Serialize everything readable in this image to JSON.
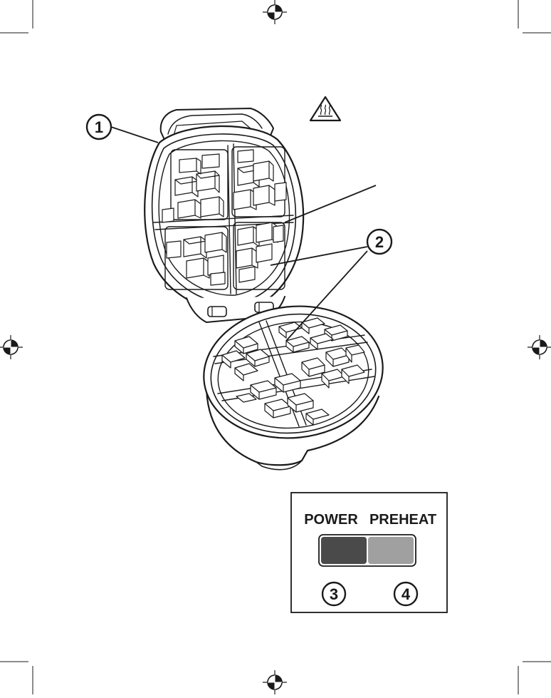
{
  "callouts": {
    "one": "1",
    "two": "2",
    "three": "3",
    "four": "4"
  },
  "panel": {
    "power_label": "POWER",
    "preheat_label": "PREHEAT"
  },
  "icons": {
    "hot_surface": "hot-surface-warning-icon",
    "registration": "registration-mark-icon"
  },
  "colors": {
    "power_light": "#4a4a4a",
    "preheat_light": "#a0a0a0",
    "line": "#1a1a1a"
  }
}
